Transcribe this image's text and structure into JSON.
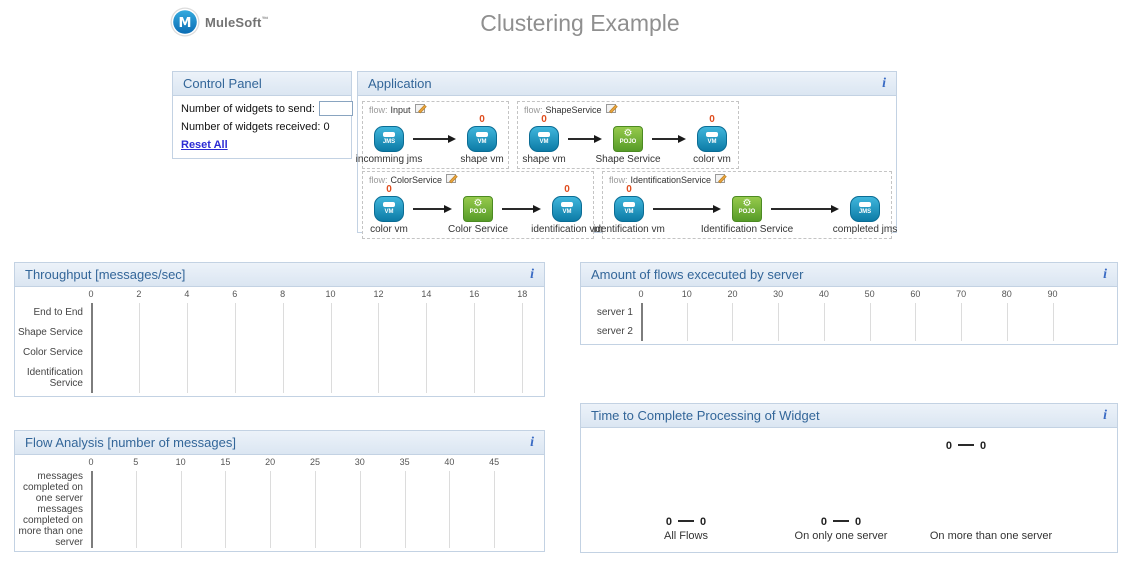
{
  "header": {
    "brand": "MuleSoft",
    "brand_tm": "™",
    "title": "Clustering Example"
  },
  "control_panel": {
    "title": "Control Panel",
    "send_label": "Number of widgets to send:",
    "send_value": "",
    "send_button_icon": "▶",
    "received_label": "Number of widgets received:",
    "received_value": "0",
    "reset_label": "Reset All"
  },
  "application": {
    "title": "Application",
    "info_icon": "i",
    "flow_prefix": "flow:",
    "flows": [
      {
        "name": "Input",
        "nodes": [
          {
            "type": "jms",
            "icon_text": "JMS",
            "label": "incomming jms",
            "count": ""
          },
          {
            "type": "vm",
            "icon_text": "VM",
            "label": "shape vm",
            "count": "0"
          }
        ]
      },
      {
        "name": "ShapeService",
        "nodes": [
          {
            "type": "vm",
            "icon_text": "VM",
            "label": "shape vm",
            "count": "0"
          },
          {
            "type": "pojo",
            "icon_text": "POJO",
            "label": "Shape Service",
            "count": ""
          },
          {
            "type": "vm",
            "icon_text": "VM",
            "label": "color vm",
            "count": "0"
          }
        ]
      },
      {
        "name": "ColorService",
        "nodes": [
          {
            "type": "vm",
            "icon_text": "VM",
            "label": "color vm",
            "count": "0"
          },
          {
            "type": "pojo",
            "icon_text": "POJO",
            "label": "Color Service",
            "count": ""
          },
          {
            "type": "vm",
            "icon_text": "VM",
            "label": "identification vm",
            "count": "0"
          }
        ]
      },
      {
        "name": "IdentificationService",
        "nodes": [
          {
            "type": "vm",
            "icon_text": "VM",
            "label": "identification vm",
            "count": "0"
          },
          {
            "type": "pojo",
            "icon_text": "POJO",
            "label": "Identification Service",
            "count": ""
          },
          {
            "type": "jms",
            "icon_text": "JMS",
            "label": "completed jms",
            "count": ""
          }
        ]
      }
    ]
  },
  "chart_data": [
    {
      "type": "bar",
      "orientation": "horizontal",
      "title": "Throughput [messages/sec]",
      "info_icon": "i",
      "categories": [
        "End to End",
        "Shape Service",
        "Color Service",
        "Identification Service"
      ],
      "values": [
        0,
        0,
        0,
        0
      ],
      "xticks": [
        0,
        2,
        4,
        6,
        8,
        10,
        12,
        14,
        16,
        18
      ],
      "xlim": [
        0,
        18.7
      ],
      "grid": true,
      "legend": false
    },
    {
      "type": "bar",
      "orientation": "horizontal",
      "title": "Amount of flows excecuted by server",
      "info_icon": "i",
      "categories": [
        "server 1",
        "server 2"
      ],
      "values": [
        0,
        0
      ],
      "xticks": [
        0,
        10,
        20,
        30,
        40,
        50,
        60,
        70,
        80,
        90
      ],
      "xlim": [
        0,
        103
      ],
      "grid": true,
      "legend": false
    },
    {
      "type": "bar",
      "orientation": "horizontal",
      "title": "Flow Analysis [number of messages]",
      "info_icon": "i",
      "categories": [
        "messages completed on one server",
        "messages completed on more than one server"
      ],
      "values": [
        0,
        0
      ],
      "xticks": [
        0,
        5,
        10,
        15,
        20,
        25,
        30,
        35,
        40,
        45
      ],
      "xlim": [
        0,
        50
      ],
      "grid": true,
      "legend": false
    },
    {
      "type": "range",
      "title": "Time to Complete Processing of Widget",
      "info_icon": "i",
      "groups": [
        {
          "label": "All Flows",
          "min": 0,
          "max": 0
        },
        {
          "label": "On only one server",
          "min": 0,
          "max": 0
        },
        {
          "label": "On more than one server",
          "min": 0,
          "max": 0
        }
      ]
    }
  ]
}
